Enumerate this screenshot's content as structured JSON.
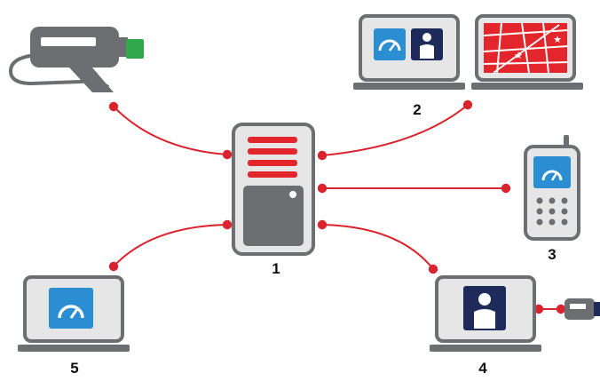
{
  "colors": {
    "arrow": "#d9232d",
    "device_gray": "#6d6e71",
    "device_light": "#dcdcdc",
    "screen_bg": "#e6e6e6",
    "accent_red": "#e3262c",
    "dashboard_blue": "#2b8ed3",
    "person_navy": "#1d2a5a",
    "connector_green": "#2ea84a"
  },
  "nodes": [
    {
      "label": "1",
      "icon": "server-icon"
    },
    {
      "label": "2",
      "icon": "laptop-pair-dashboard-map-icon"
    },
    {
      "label": "3",
      "icon": "mobile-phone-dashboard-icon"
    },
    {
      "label": "4",
      "icon": "laptop-user-profile-icon"
    },
    {
      "label": "5",
      "icon": "laptop-dashboard-icon"
    },
    {
      "label": "",
      "icon": "usb-drive-icon"
    },
    {
      "label": "",
      "icon": "usb-plug-icon"
    }
  ]
}
